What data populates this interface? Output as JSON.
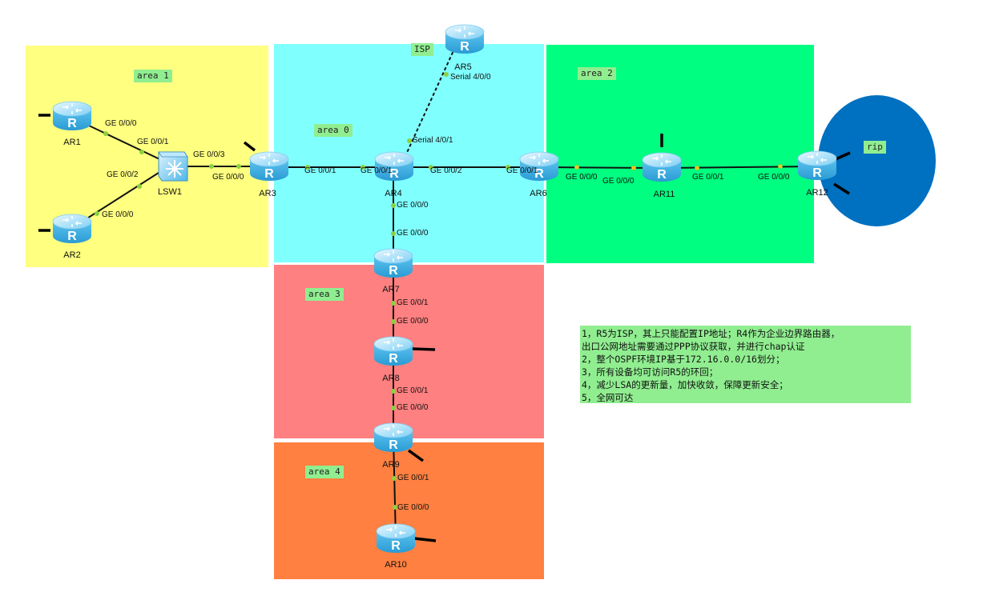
{
  "areas": {
    "area1": "area 1",
    "area0": "area 0",
    "area2": "area 2",
    "area3": "area 3",
    "area4": "area 4",
    "isp": "ISP",
    "rip": "rip"
  },
  "colors": {
    "area1": "#ffff80",
    "area0": "#80ffff",
    "area2": "#00ff80",
    "area3": "#ff8080",
    "area4": "#ff8040",
    "rip": "#0070c0",
    "tag": "#90ee90"
  },
  "devices": {
    "ar1": "AR1",
    "ar2": "AR2",
    "lsw1": "LSW1",
    "ar3": "AR3",
    "ar4": "AR4",
    "ar5": "AR5",
    "ar6": "AR6",
    "ar7": "AR7",
    "ar8": "AR8",
    "ar9": "AR9",
    "ar10": "AR10",
    "ar11": "AR11",
    "ar12": "AR12"
  },
  "ports": {
    "ar1_ge000": "GE 0/0/0",
    "lsw1_ge001": "GE 0/0/1",
    "lsw1_ge002": "GE 0/0/2",
    "ar2_ge000": "GE 0/0/0",
    "lsw1_ge003": "GE 0/0/3",
    "ar3_ge000": "GE 0/0/0",
    "ar3_ge001": "GE 0/0/1",
    "ar4_ge001": "GE 0/0/1",
    "ar4_ge002": "GE 0/0/2",
    "ar6_ge001": "GE 0/0/1",
    "ar6_ge000": "GE 0/0/0",
    "ar11_ge000": "GE 0/0/0",
    "ar11_ge001": "GE 0/0/1",
    "ar12_ge000": "GE 0/0/0",
    "ar5_s400": "Serial 4/0/0",
    "ar4_s401": "Serial 4/0/1",
    "ar4_ge000": "GE 0/0/0",
    "ar7_ge000": "GE 0/0/0",
    "ar7_ge001": "GE 0/0/1",
    "ar8_ge000": "GE 0/0/0",
    "ar8_ge001": "GE 0/0/1",
    "ar9_ge000": "GE 0/0/0",
    "ar9_ge001": "GE 0/0/1",
    "ar10_ge000": "GE 0/0/0"
  },
  "notes": [
    "1，R5为ISP，其上只能配置IP地址；R4作为企业边界路由器，",
    "出口公网地址需要通过PPP协议获取，并进行chap认证",
    "2，整个OSPF环境IP基于172.16.0.0/16划分；",
    "3，所有设备均可访问R5的环回；",
    "4，减少LSA的更新量，加快收敛，保障更新安全；",
    "5，全网可达"
  ],
  "icons": {
    "router": "router-icon",
    "switch": "switch-icon"
  }
}
